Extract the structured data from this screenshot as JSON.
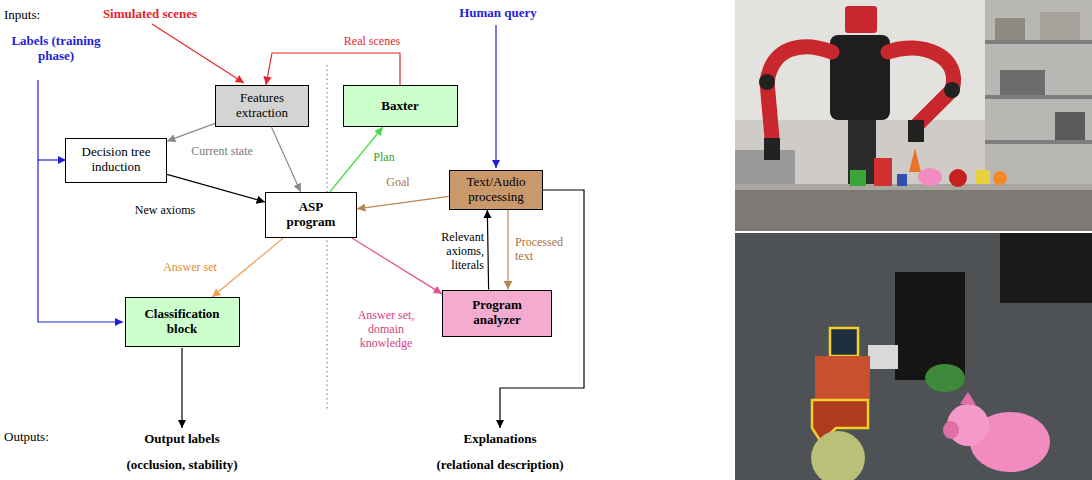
{
  "diagram": {
    "nodes": [
      {
        "text": [
          "Features extraction"
        ]
      },
      {
        "text": [
          "Baxter"
        ]
      },
      {
        "text": [
          "Decision tree induction"
        ]
      },
      {
        "text": [
          "Text/Audio processing"
        ]
      },
      {
        "text": [
          "ASP program"
        ]
      },
      {
        "text": [
          "Classification block"
        ]
      },
      {
        "text": [
          "Program analyzer"
        ]
      }
    ],
    "edges": [
      {
        "from": 0,
        "to": 2,
        "arrow": "to"
      },
      {
        "from": 0,
        "to": 4,
        "label": "Current state",
        "arrow": "to"
      },
      {
        "from": 2,
        "to": 4,
        "label": "New axioms",
        "arrow": "to"
      },
      {
        "from": 4,
        "to": 1,
        "label": "Plan",
        "arrow": "to"
      },
      {
        "from": 3,
        "to": 4,
        "label": "Goal",
        "arrow": "to"
      },
      {
        "from": 4,
        "to": 5,
        "label": "Answer set",
        "arrow": "to"
      },
      {
        "from": 4,
        "to": 6,
        "label": "Answer set, domain knowledge",
        "arrow": "to"
      },
      {
        "from": 3,
        "to": 6,
        "label": "Processed text",
        "arrow": "to"
      },
      {
        "from": 6,
        "to": 3,
        "label": "Relevant axioms, literals",
        "arrow": "to"
      },
      {
        "from": 1,
        "to": 0,
        "label": "Real scenes",
        "arrow": "to"
      }
    ],
    "labels": [
      "Inputs:",
      "Simulated scenes",
      "Human query",
      "Labels (training phase)",
      "Outputs:",
      "Output labels",
      "(occlusion, stability)",
      "Explanations",
      "(relational description)"
    ]
  }
}
